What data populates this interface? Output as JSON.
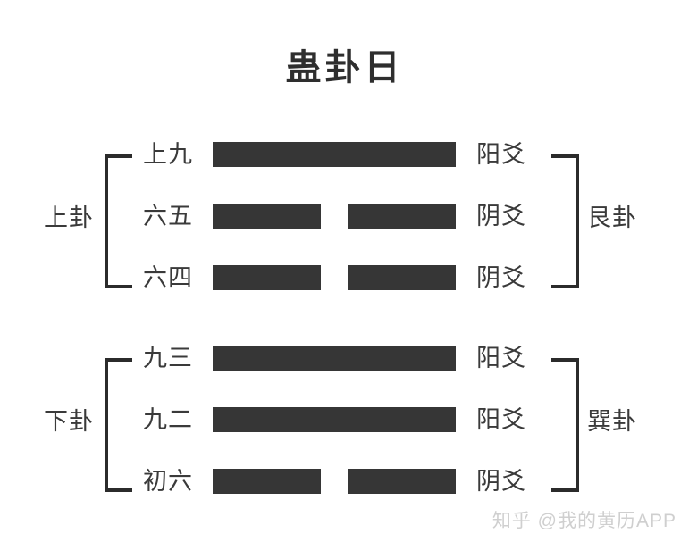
{
  "title": "蛊卦日",
  "colors": {
    "bar": "#363636",
    "bracket": "#2b2b2b",
    "text": "#3a3a3a",
    "title": "#2e2e2e",
    "background": "#ffffff",
    "watermark": "#cfcfcf"
  },
  "hexagram": {
    "name": "蛊卦",
    "upper": {
      "group_label_left": "上卦",
      "group_label_right": "艮卦",
      "lines": [
        {
          "name": "上九",
          "type": "阳爻",
          "kind": "solid"
        },
        {
          "name": "六五",
          "type": "阴爻",
          "kind": "broken"
        },
        {
          "name": "六四",
          "type": "阴爻",
          "kind": "broken"
        }
      ]
    },
    "lower": {
      "group_label_left": "下卦",
      "group_label_right": "巽卦",
      "lines": [
        {
          "name": "九三",
          "type": "阳爻",
          "kind": "solid"
        },
        {
          "name": "九二",
          "type": "阳爻",
          "kind": "solid"
        },
        {
          "name": "初六",
          "type": "阴爻",
          "kind": "broken"
        }
      ]
    }
  },
  "watermark": "知乎 @我的黄历APP"
}
